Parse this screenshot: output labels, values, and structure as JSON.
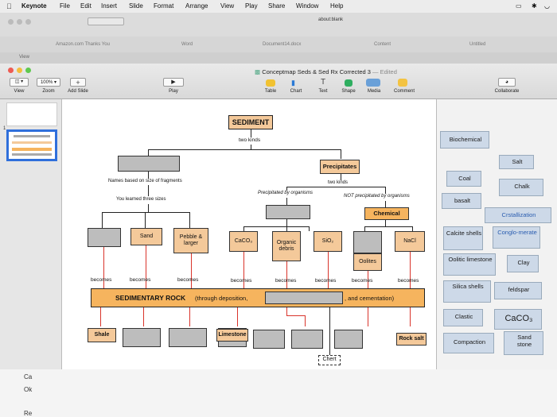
{
  "menubar": {
    "app": "Keynote",
    "items": [
      "File",
      "Edit",
      "Insert",
      "Slide",
      "Format",
      "Arrange",
      "View",
      "Play",
      "Share",
      "Window",
      "Help"
    ]
  },
  "background_windows": {
    "address": "about:blank",
    "tabs": [
      "Amazon.com Thanks You",
      "Word",
      "Document14.docx",
      "Content",
      "Untitled"
    ],
    "view_label": "View"
  },
  "window": {
    "title": "Conceptmap Seds & Sed Rx Corrected 3",
    "status": "Edited"
  },
  "toolbar": {
    "view": "View",
    "zoom_value": "100%",
    "zoom": "Zoom",
    "add_slide": "Add Slide",
    "play": "Play",
    "table": "Table",
    "chart": "Chart",
    "text": "Text",
    "shape": "Shape",
    "media": "Media",
    "comment": "Comment",
    "collaborate": "Collaborate"
  },
  "navigator": {
    "slide_number": "1"
  },
  "concept_map": {
    "title": "SEDIMENT",
    "two_kinds": "two kinds",
    "precipitates": "Precipitates",
    "two_kinds_2": "two kinds",
    "names_based": "Names based on size of fragments",
    "learned": "You learned three sizes",
    "precip_org": "Precipitated by organisms",
    "not_precip": "NOT precipitated by organisms",
    "chemical": "Chemical",
    "sand": "Sand",
    "pebble": "Pebble & larger",
    "caco3": "CaCO₃",
    "organic": "Organic debris",
    "sio2": "SiO₂",
    "nacl": "NaCl",
    "oolites": "Oolites",
    "becomes": "becomes",
    "rock_left": "SEDIMENTARY ROCK",
    "rock_through": "(through deposition,",
    "rock_cement": ", and cementation)",
    "shale": "Shale",
    "limestone": "Limestone",
    "rock_salt": "Rock salt",
    "chert": "Chert"
  },
  "word_bank": {
    "biochemical": "Biochemical",
    "salt": "Salt",
    "coal": "Coal",
    "chalk": "Chalk",
    "basalt": "basalt",
    "crystallization": "Crstallization",
    "calcite": "Calcite shells",
    "conglomerate": "Conglo-merate",
    "oolitic": "Oolitic limestone",
    "clay": "Clay",
    "silica": "Silica shells",
    "feldspar": "feldspar",
    "clastic": "Clastic",
    "caco3": "CaCO₃",
    "compaction": "Compaction",
    "sandstone": "Sand stone"
  },
  "bottom": {
    "line1": "Ca",
    "line2": "Ok",
    "line3": "Re"
  }
}
